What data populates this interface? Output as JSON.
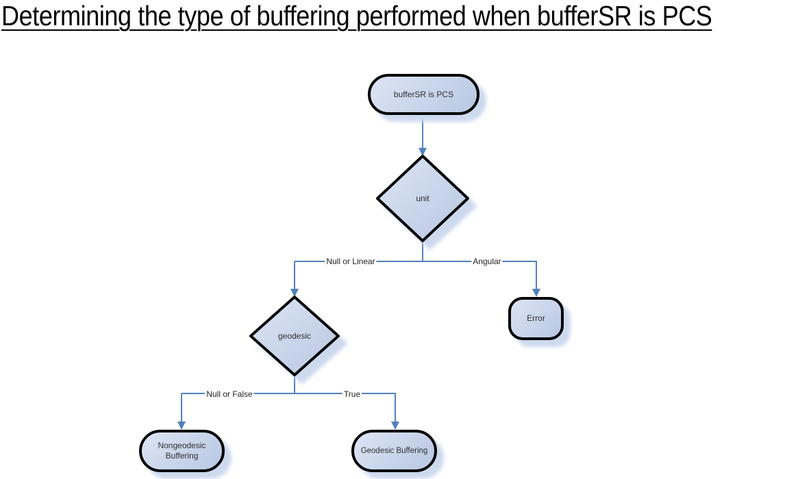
{
  "title": "Determining the type of buffering performed when bufferSR is PCS",
  "colors": {
    "connector_line": "#4f81bd",
    "node_border": "#000000",
    "node_fill_light": "#dce5f4",
    "node_fill_dark": "#b8c7e2",
    "node_shadow": "#cdd9ee",
    "text": "#2f2f2f"
  },
  "nodes": {
    "start": {
      "type": "terminator",
      "label": "bufferSR is PCS"
    },
    "unit": {
      "type": "decision",
      "label": "unit"
    },
    "error": {
      "type": "terminator",
      "label": "Error"
    },
    "geodesic": {
      "type": "decision",
      "label": "geodesic"
    },
    "nongeodesic_buffering": {
      "type": "terminator",
      "label": "Nongeodesic Buffering"
    },
    "geodesic_buffering": {
      "type": "terminator",
      "label": "Geodesic Buffering"
    }
  },
  "edges": {
    "unit_left_label": "Null or Linear",
    "unit_right_label": "Angular",
    "geodesic_left_label": "Null or False",
    "geodesic_right_label": "True"
  }
}
